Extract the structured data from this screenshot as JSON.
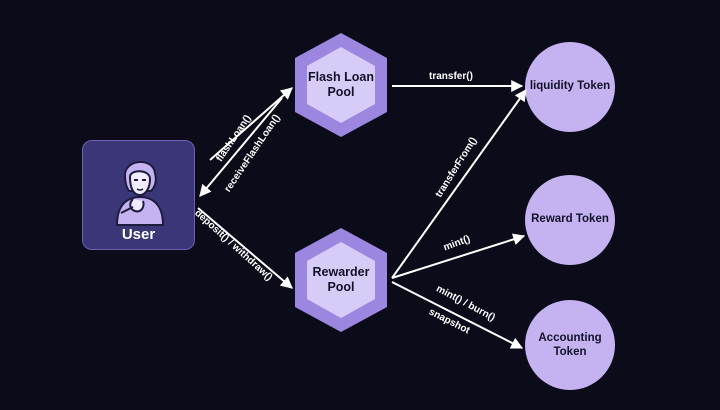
{
  "user": {
    "label": "User",
    "icon": "user-avatar-icon"
  },
  "nodes": {
    "flash_loan_pool": "Flash Loan\nPool",
    "rewarder_pool": "Rewarder\nPool",
    "liquidity_token": "liquidity Token",
    "reward_token": "Reward Token",
    "accounting_token": "Accounting\nToken"
  },
  "edges": {
    "flash_loan": "flashLoan()",
    "receive_flash_loan": "receiveFlashLoan()",
    "deposit_withdraw": "deposit() / withdraw()",
    "transfer": "transfer()",
    "transfer_from": "transferFrom()",
    "mint": "mint()",
    "mint_burn": "mint() / burn()",
    "snapshot": "snapshot"
  },
  "colors": {
    "background": "#0b0b1a",
    "node_fill": "#c4b3f0",
    "hex_outer": "#9b87e0",
    "user_card": "#3b3677",
    "arrow": "#ffffff"
  }
}
